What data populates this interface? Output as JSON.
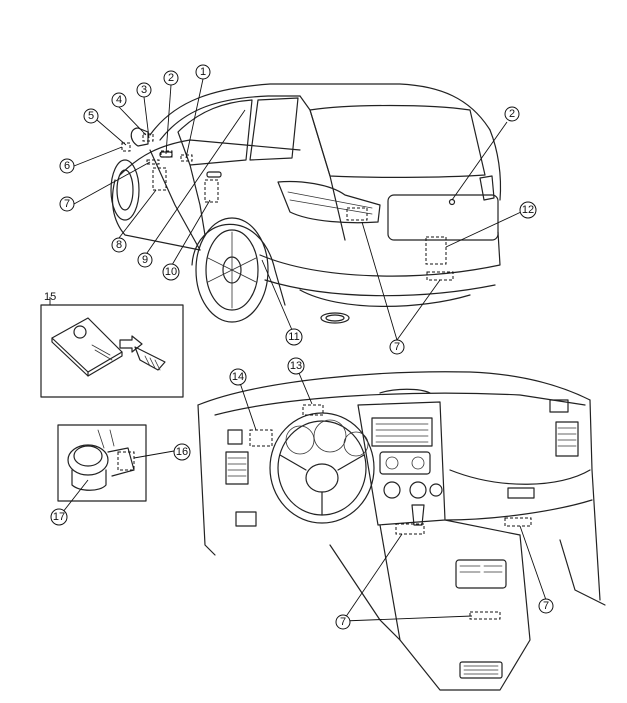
{
  "callouts": {
    "c1": "1",
    "c2a": "2",
    "c2b": "2",
    "c3": "3",
    "c4": "4",
    "c5": "5",
    "c6": "6",
    "c7a": "7",
    "c7b": "7",
    "c7c": "7",
    "c7d": "7",
    "c8": "8",
    "c9": "9",
    "c10": "10",
    "c11": "11",
    "c12": "12",
    "c13": "13",
    "c14": "14",
    "c15": "15",
    "c16": "16",
    "c17": "17"
  }
}
